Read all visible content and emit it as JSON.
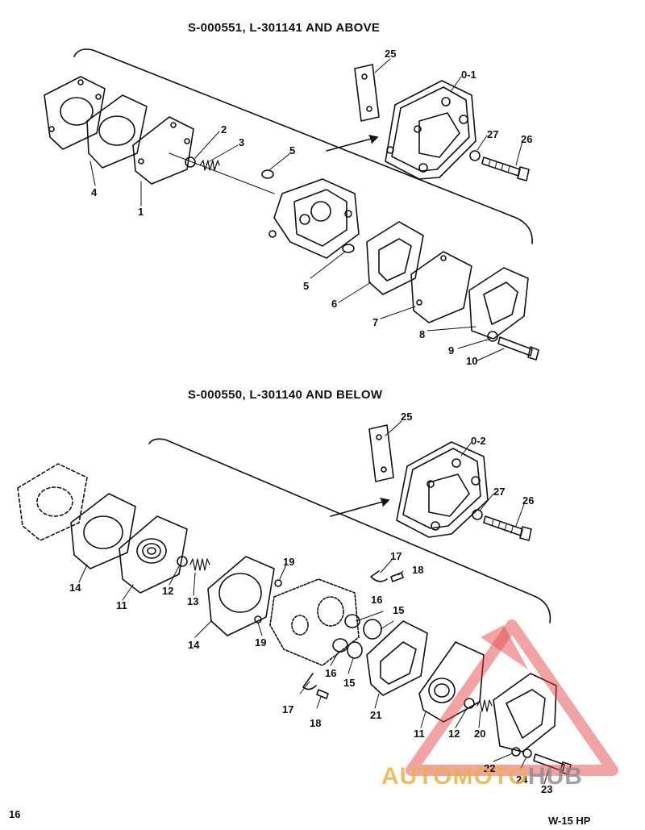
{
  "headings": {
    "top": "S-000551, L-301141 AND ABOVE",
    "bottom": "S-000550, L-301140 AND BELOW"
  },
  "callouts_top": [
    "25",
    "0-1",
    "27",
    "26",
    "2",
    "3",
    "4",
    "1",
    "5",
    "5",
    "6",
    "7",
    "8",
    "9",
    "10"
  ],
  "callouts_bottom": [
    "25",
    "0-2",
    "27",
    "26",
    "19",
    "17",
    "18",
    "14",
    "11",
    "12",
    "13",
    "14",
    "19",
    "16",
    "15",
    "16",
    "15",
    "17",
    "18",
    "21",
    "11",
    "12",
    "20",
    "22",
    "24",
    "23"
  ],
  "footer": {
    "page_number": "16",
    "model": "W-15 HP"
  },
  "watermark": {
    "part1": "AUTOMOTO",
    "part2": "HUB",
    "color_primary": "#e8b24a",
    "color_accent": "#e23b3b"
  }
}
